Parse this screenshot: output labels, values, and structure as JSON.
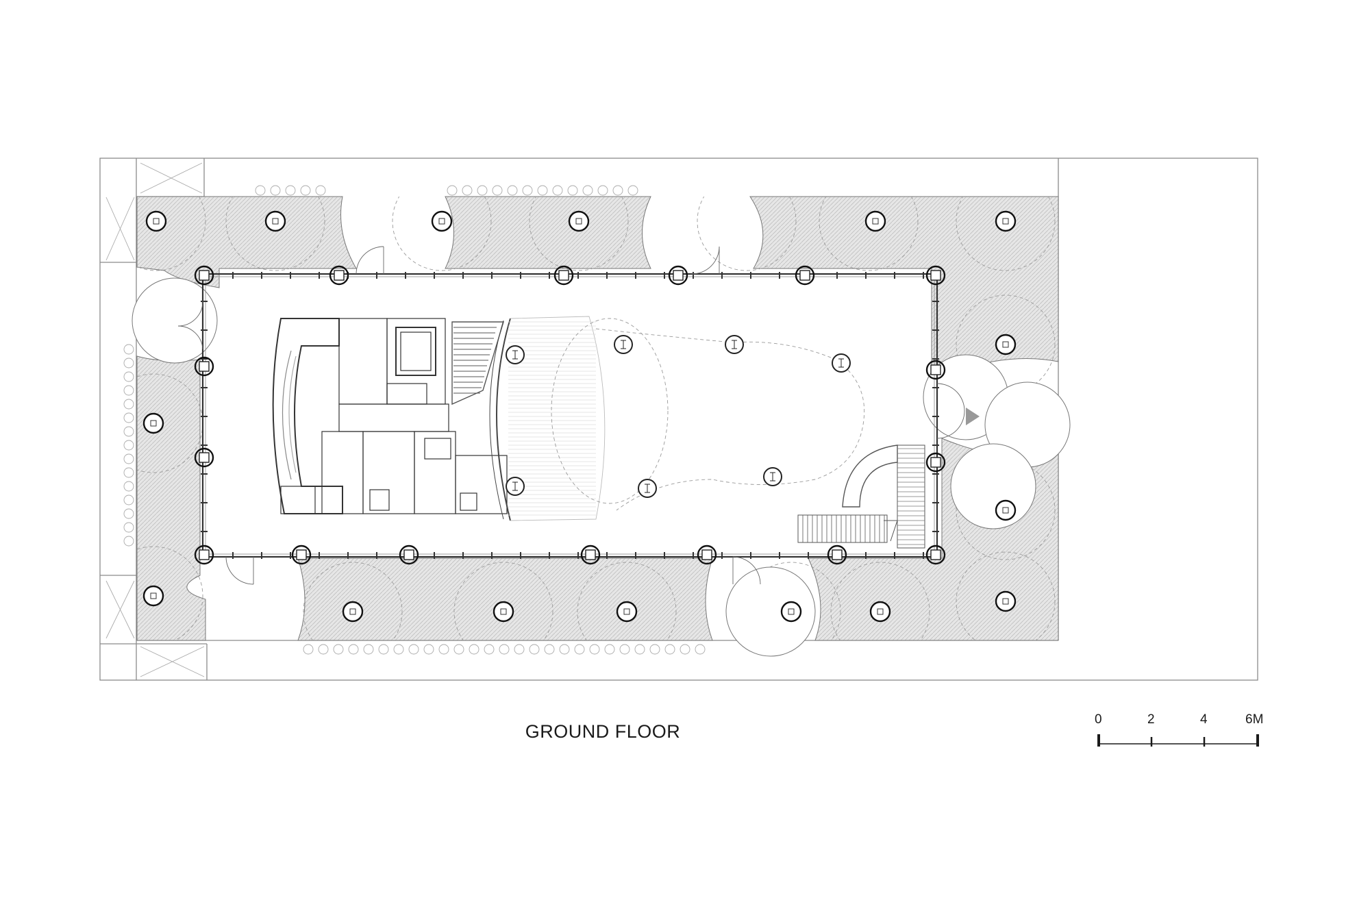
{
  "drawing": {
    "title": "GROUND FLOOR"
  },
  "scale_bar": {
    "ticks": [
      "0",
      "2",
      "4",
      "6M"
    ]
  }
}
